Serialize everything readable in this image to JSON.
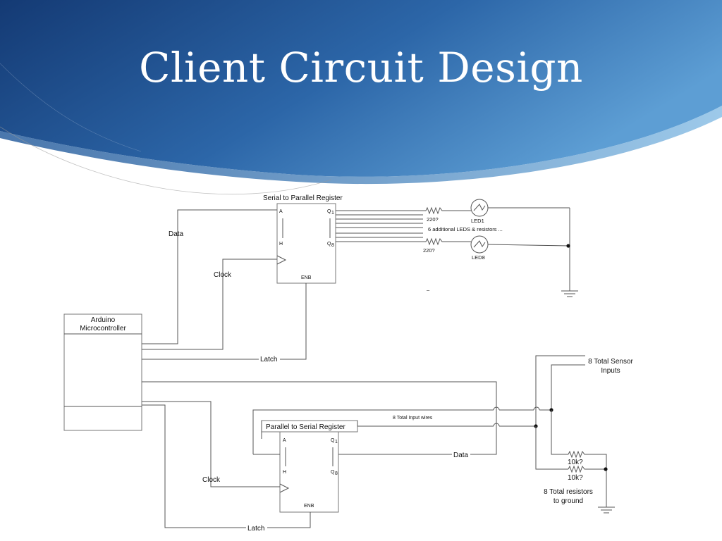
{
  "slide": {
    "title": "Client Circuit Design"
  },
  "colors": {
    "banner_dark": "#173f7e",
    "banner_mid": "#2e6aad",
    "banner_light": "#5f9fd3",
    "wire": "#555555"
  },
  "diagram": {
    "top_register": {
      "title": "Serial to Parallel Register",
      "pin_a": "A",
      "pin_h": "H",
      "pin_q1": "Q",
      "pin_q1_sub": "1",
      "pin_q8": "Q",
      "pin_q8_sub": "8",
      "pin_enb": "ENB"
    },
    "bottom_register": {
      "title": "Parallel to Serial Register",
      "pin_a": "A",
      "pin_h": "H",
      "pin_q1": "Q",
      "pin_q1_sub": "1",
      "pin_q8": "Q",
      "pin_q8_sub": "8",
      "pin_enb": "ENB"
    },
    "arduino": {
      "line1": "Arduino",
      "line2": "Microcontroller"
    },
    "labels": {
      "data_top": "Data",
      "clock_top": "Clock",
      "latch_top": "Latch",
      "clock_bottom": "Clock",
      "latch_bottom": "Latch",
      "data_bottom": "Data",
      "input_wires": "8 Total Input wires",
      "resistor_top_1": "220?",
      "resistor_top_8": "220?",
      "led1": "LED1",
      "led8": "LED8",
      "additional": "6 additional LEDS & resistors ...",
      "sensor_line1": "8 Total Sensor",
      "sensor_line2": "Inputs",
      "resistor_bottom_1": "10k?",
      "resistor_bottom_2": "10k?",
      "ground_line1": "8 Total resistors",
      "ground_line2": "to ground",
      "stray_mark": "–"
    }
  }
}
